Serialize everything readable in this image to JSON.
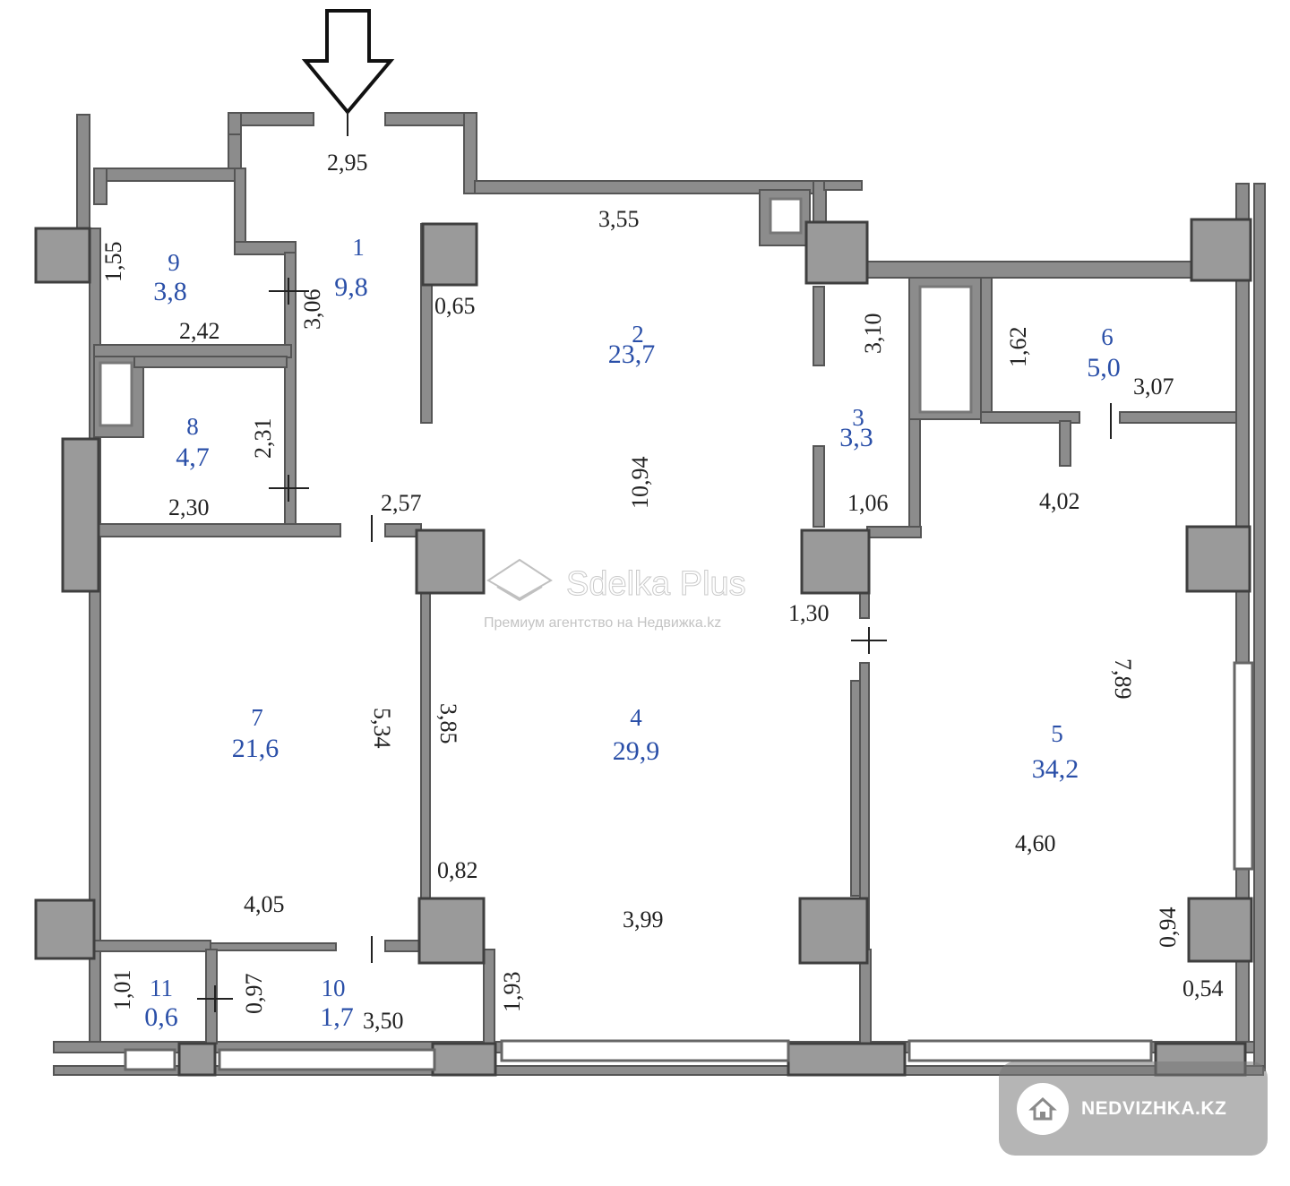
{
  "rooms": [
    {
      "num": "1",
      "area": "9,8"
    },
    {
      "num": "2",
      "area": "23,7"
    },
    {
      "num": "3",
      "area": "3,3"
    },
    {
      "num": "4",
      "area": "29,9"
    },
    {
      "num": "5",
      "area": "34,2"
    },
    {
      "num": "6",
      "area": "5,0"
    },
    {
      "num": "7",
      "area": "21,6"
    },
    {
      "num": "8",
      "area": "4,7"
    },
    {
      "num": "9",
      "area": "3,8"
    },
    {
      "num": "10",
      "area": "1,7"
    },
    {
      "num": "11",
      "area": "0,6"
    }
  ],
  "dimensions": {
    "d_2_95": "2,95",
    "d_3_55": "3,55",
    "d_1_55": "1,55",
    "d_2_42": "2,42",
    "d_3_06": "3,06",
    "d_0_65": "0,65",
    "d_3_10": "3,10",
    "d_1_62": "1,62",
    "d_3_07": "3,07",
    "d_2_31": "2,31",
    "d_2_30": "2,30",
    "d_2_57": "2,57",
    "d_10_94": "10,94",
    "d_1_06": "1,06",
    "d_4_02": "4,02",
    "d_1_30": "1,30",
    "d_7_89": "7,89",
    "d_5_34": "5,34",
    "d_3_85": "3,85",
    "d_0_82": "0,82",
    "d_4_60": "4,60",
    "d_4_05": "4,05",
    "d_3_99": "3,99",
    "d_0_94": "0,94",
    "d_1_93": "1,93",
    "d_1_01": "1,01",
    "d_0_97": "0,97",
    "d_3_50": "3,50",
    "d_0_54": "0,54"
  },
  "watermark": {
    "title": "Sdelka Plus",
    "subtitle": "Премиум агентство на Недвижка.kz"
  },
  "badge": {
    "label": "NEDVIZHKA.KZ",
    "icon": "home-icon"
  }
}
